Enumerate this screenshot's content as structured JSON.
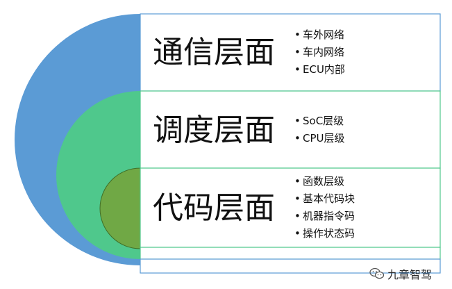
{
  "layers": [
    {
      "label": "通信层面",
      "items": [
        "车外网络",
        "车内网络",
        "ECU内部"
      ],
      "color": "#5b9bd5"
    },
    {
      "label": "调度层面",
      "items": [
        "SoC层级",
        "CPU层级"
      ],
      "color": "#4fc88c"
    },
    {
      "label": "代码层面",
      "items": [
        "函数层级",
        "基本代码块",
        "机器指令码",
        "操作状态码"
      ],
      "color": "#70a845"
    }
  ],
  "watermark": {
    "text": "九章智驾",
    "icon": "wechat-icon"
  }
}
